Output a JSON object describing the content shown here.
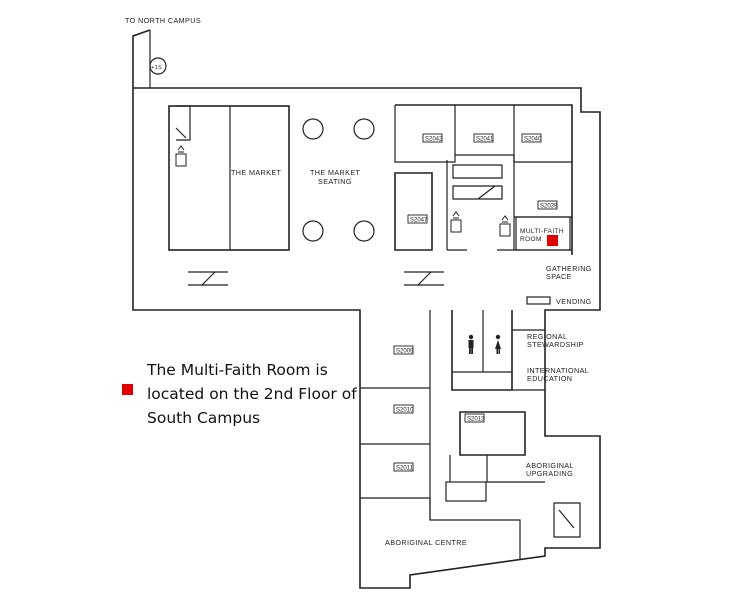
{
  "map": {
    "north_link": "TO NORTH CAMPUS",
    "exit_badge": "+1S",
    "areas": {
      "market": "THE MARKET",
      "market_seating_1": "THE MARKET",
      "market_seating_2": "SEATING",
      "multi_faith_1": "MULTI-FAITH",
      "multi_faith_2": "ROOM",
      "gathering_1": "GATHERING",
      "gathering_2": "SPACE",
      "vending": "VENDING",
      "regional_1": "REGIONAL",
      "regional_2": "STEWARDSHIP",
      "international_1": "INTERNATIONAL",
      "international_2": "EDUCATION",
      "aboriginal_upgrading_1": "ABORIGINAL",
      "aboriginal_upgrading_2": "UPGRADING",
      "aboriginal_centre": "ABORIGINAL CENTRE"
    },
    "rooms": {
      "s2042": "S2042",
      "s2041": "S2041",
      "s2040": "S2040",
      "s2039": "S2039",
      "s2047": "S2047",
      "s2009": "S2009",
      "s2010": "S2010",
      "s2011": "S2011",
      "s2013": "S2013"
    },
    "highlight_color": "#e00000"
  },
  "legend": {
    "text": "The Multi-Faith Room is located on the 2nd Floor of South Campus"
  }
}
